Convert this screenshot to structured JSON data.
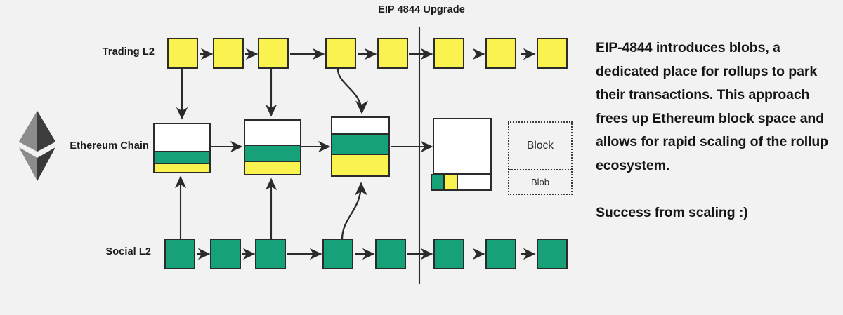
{
  "diagram": {
    "title": "EIP 4844 Upgrade",
    "background_color": "#f2f2f2",
    "colors": {
      "trading_l2": "#faf24e",
      "social_l2": "#16a179",
      "stroke": "#2b2b2b",
      "block_fill": "#ffffff",
      "text": "#161616"
    },
    "rows": [
      {
        "id": "trading",
        "label": "Trading L2",
        "color": "#faf24e",
        "block_count": 8
      },
      {
        "id": "ethereum",
        "label": "Ethereum Chain",
        "color": "#ffffff",
        "block_count": 4
      },
      {
        "id": "social",
        "label": "Social L2",
        "color": "#16a179",
        "block_count": 8
      }
    ],
    "ethereum_blocks": [
      {
        "index": 1,
        "fill_green_pct": 22,
        "fill_yellow_pct": 18,
        "note": "pre-upgrade lightly filled"
      },
      {
        "index": 2,
        "fill_green_pct": 28,
        "fill_yellow_pct": 30,
        "note": "pre-upgrade more filled"
      },
      {
        "index": 3,
        "fill_green_pct": 33,
        "fill_yellow_pct": 42,
        "note": "pre-upgrade nearly full"
      },
      {
        "index": 4,
        "fill_green_pct": 0,
        "fill_yellow_pct": 0,
        "note": "post-upgrade block empty, data moved to blob"
      }
    ],
    "blob": {
      "segments": [
        {
          "kind": "social-data",
          "color": "#16a179",
          "width_pct": 22
        },
        {
          "kind": "trading-data",
          "color": "#faf24e",
          "width_pct": 22
        },
        {
          "kind": "free-space",
          "color": "#ffffff",
          "width_pct": 56
        }
      ]
    },
    "legend": {
      "block_label": "Block",
      "blob_label": "Blob"
    },
    "divider": {
      "label": "EIP 4844 Upgrade",
      "orientation": "vertical"
    }
  },
  "sidebar_text": {
    "paragraph": "EIP-4844 introduces blobs, a dedicated place for rollups to park their transactions. This approach frees up Ethereum block space and allows for rapid scaling of the rollup ecosystem.",
    "closing": "Success from scaling :)"
  },
  "logo": {
    "name": "ethereum-logo",
    "alt": "Ethereum"
  }
}
